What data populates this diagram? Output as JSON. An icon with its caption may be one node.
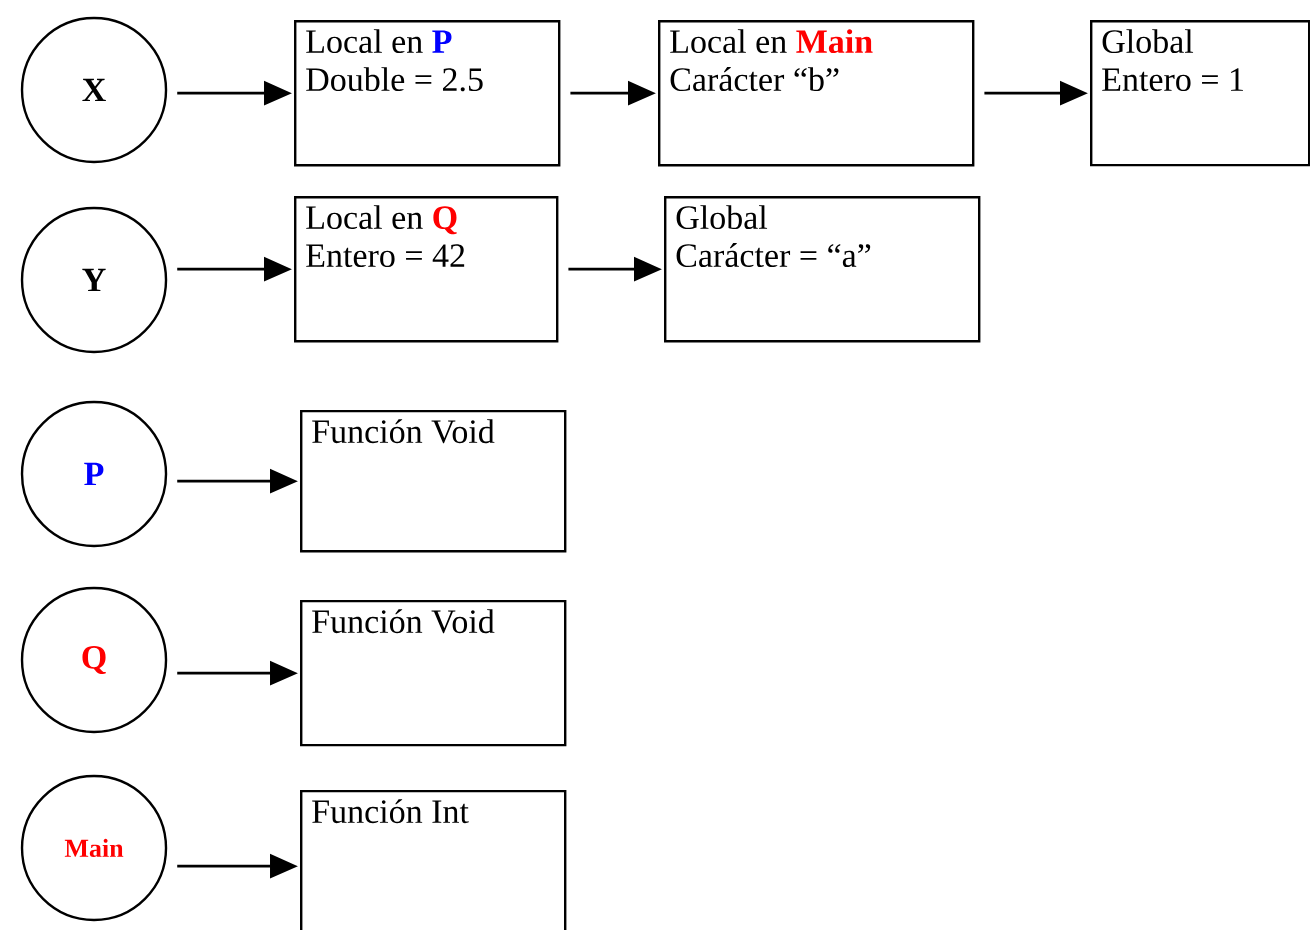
{
  "diagram": {
    "nodes": [
      {
        "text": [
          "X"
        ]
      },
      {
        "text": [
          "Local en **P**",
          "Double = 2.5"
        ]
      },
      {
        "text": [
          "Local en **Main**",
          "Carácter “b”"
        ]
      },
      {
        "text": [
          "Global",
          "Entero = 1"
        ]
      },
      {
        "text": [
          "Y"
        ]
      },
      {
        "text": [
          "Local en **Q**",
          "Entero = 42"
        ]
      },
      {
        "text": [
          "Global",
          "Carácter = “a”"
        ]
      },
      {
        "text": [
          "P"
        ]
      },
      {
        "text": [
          "Función Void"
        ]
      },
      {
        "text": [
          "Q"
        ]
      },
      {
        "text": [
          "Función Void"
        ]
      },
      {
        "text": [
          "Main"
        ]
      },
      {
        "text": [
          "Función Int"
        ]
      }
    ],
    "edges": [
      {
        "from": 0,
        "to": 1,
        "arrow": "to"
      },
      {
        "from": 1,
        "to": 2,
        "arrow": "to"
      },
      {
        "from": 2,
        "to": 3,
        "arrow": "to"
      },
      {
        "from": 4,
        "to": 5,
        "arrow": "to"
      },
      {
        "from": 5,
        "to": 6,
        "arrow": "to"
      },
      {
        "from": 7,
        "to": 8,
        "arrow": "to"
      },
      {
        "from": 9,
        "to": 10,
        "arrow": "to"
      },
      {
        "from": 11,
        "to": 12,
        "arrow": "to"
      }
    ]
  }
}
